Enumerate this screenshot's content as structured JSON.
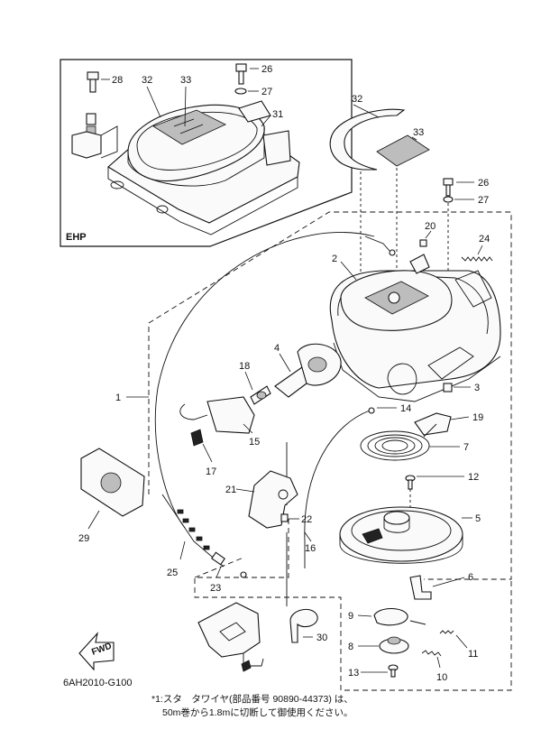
{
  "inset": {
    "label": "EHP"
  },
  "callouts": {
    "c1": "1",
    "c2": "2",
    "c3": "3",
    "c4": "4",
    "c5": "5",
    "c6": "6",
    "c7": "7",
    "c8": "8",
    "c9": "9",
    "c10": "10",
    "c11": "11",
    "c12": "12",
    "c13": "13",
    "c14": "14",
    "c15": "15",
    "c16": "16",
    "c17": "17",
    "c18": "18",
    "c19": "19",
    "c20": "20",
    "c21": "21",
    "c22": "22",
    "c23": "23",
    "c24": "24",
    "c25": "25",
    "c26": "26",
    "c27": "27",
    "c28": "28",
    "c29": "29",
    "c30": "30",
    "c31": "31",
    "c32": "32",
    "c33": "33"
  },
  "fwd_label": "FWD",
  "diagram_code": "6AH2010-G100",
  "footnote": {
    "line1": "*1:スタ　タワイヤ(部品番号 90890-44373) は、",
    "line2": "50m巻から1.8mに切断して御使用ください。"
  }
}
